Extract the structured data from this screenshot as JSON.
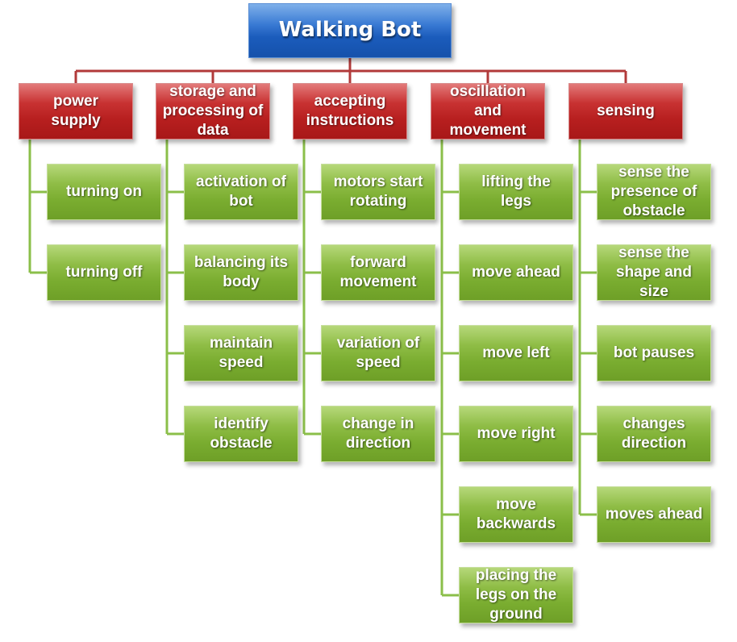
{
  "title": "Walking Bot",
  "colors": {
    "root": "#1f63c4",
    "category": "#c0282a",
    "leaf": "#86b83c",
    "root_connector": "#b23a3a",
    "leaf_connector": "#8bbf4a"
  },
  "categories": [
    {
      "label": "power\nsupply",
      "items": [
        "turning on",
        "turning off"
      ]
    },
    {
      "label": "storage and\nprocessing of\ndata",
      "items": [
        "activation of\nbot",
        "balancing its\nbody",
        "maintain\nspeed",
        "identify\nobstacle"
      ]
    },
    {
      "label": "accepting\ninstructions",
      "items": [
        "motors start\nrotating",
        "forward\nmovement",
        "variation of\nspeed",
        "change in\ndirection"
      ]
    },
    {
      "label": "oscillation\nand\nmovement",
      "items": [
        "lifting the\nlegs",
        "move ahead",
        "move left",
        "move right",
        "move\nbackwards",
        "placing the\nlegs on the\nground"
      ]
    },
    {
      "label": "sensing",
      "items": [
        "sense the\npresence of\nobstacle",
        "sense the\nshape and\nsize",
        "bot pauses",
        "changes\ndirection",
        "moves ahead"
      ]
    }
  ]
}
